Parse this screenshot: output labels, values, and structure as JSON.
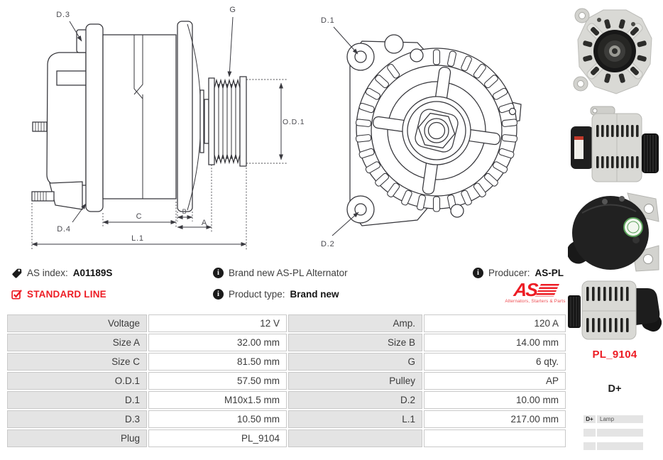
{
  "colors": {
    "brand_red": "#ed1c24",
    "table_label_bg": "#e4e4e4",
    "table_border": "#c9c9c9",
    "line_art": "#35353a"
  },
  "drawings": {
    "side": {
      "d3": "D.3",
      "d4": "D.4",
      "c": "C",
      "b": "B",
      "a": "A",
      "l1": "L.1",
      "g": "G",
      "od1": "O.D.1"
    },
    "front": {
      "d1": "D.1",
      "d2": "D.2"
    }
  },
  "info": {
    "as_index_label": "AS index:",
    "as_index_value": "A01189S",
    "standard_line": "STANDARD LINE",
    "brand_new": "Brand new AS-PL Alternator",
    "product_type_label": "Product type:",
    "product_type_value": "Brand new",
    "producer_label": "Producer:",
    "producer_value": "AS-PL",
    "icons": [
      "tag-icon",
      "check-square-icon",
      "info-icon",
      "info-icon",
      "info-icon"
    ]
  },
  "logo": {
    "word": "AS",
    "tagline": "Alternators, Starters & Parts"
  },
  "spec_table": {
    "rows": [
      {
        "l1": "Voltage",
        "v1": "12 V",
        "l2": "Amp.",
        "v2": "120 A"
      },
      {
        "l1": "Size A",
        "v1": "32.00 mm",
        "l2": "Size B",
        "v2": "14.00 mm"
      },
      {
        "l1": "Size C",
        "v1": "81.50 mm",
        "l2": "G",
        "v2": "6 qty."
      },
      {
        "l1": "O.D.1",
        "v1": "57.50 mm",
        "l2": "Pulley",
        "v2": "AP"
      },
      {
        "l1": "D.1",
        "v1": "M10x1.5 mm",
        "l2": "D.2",
        "v2": "10.00 mm"
      },
      {
        "l1": "D.3",
        "v1": "10.50 mm",
        "l2": "L.1",
        "v2": "217.00 mm"
      },
      {
        "l1": "Plug",
        "v1": "PL_9104",
        "l2": "",
        "v2": ""
      }
    ]
  },
  "sidebar": {
    "photos": [
      "alternator-front-photo",
      "alternator-side-photo",
      "alternator-rear-cover-photo",
      "alternator-side-pulley-left-photo"
    ],
    "plug_code": "PL_9104",
    "terminal": "D+",
    "lamp_table": {
      "rows": [
        {
          "c1": "D+",
          "c2": "Lamp"
        },
        {
          "c1": "",
          "c2": ""
        },
        {
          "c1": "",
          "c2": ""
        }
      ]
    }
  }
}
